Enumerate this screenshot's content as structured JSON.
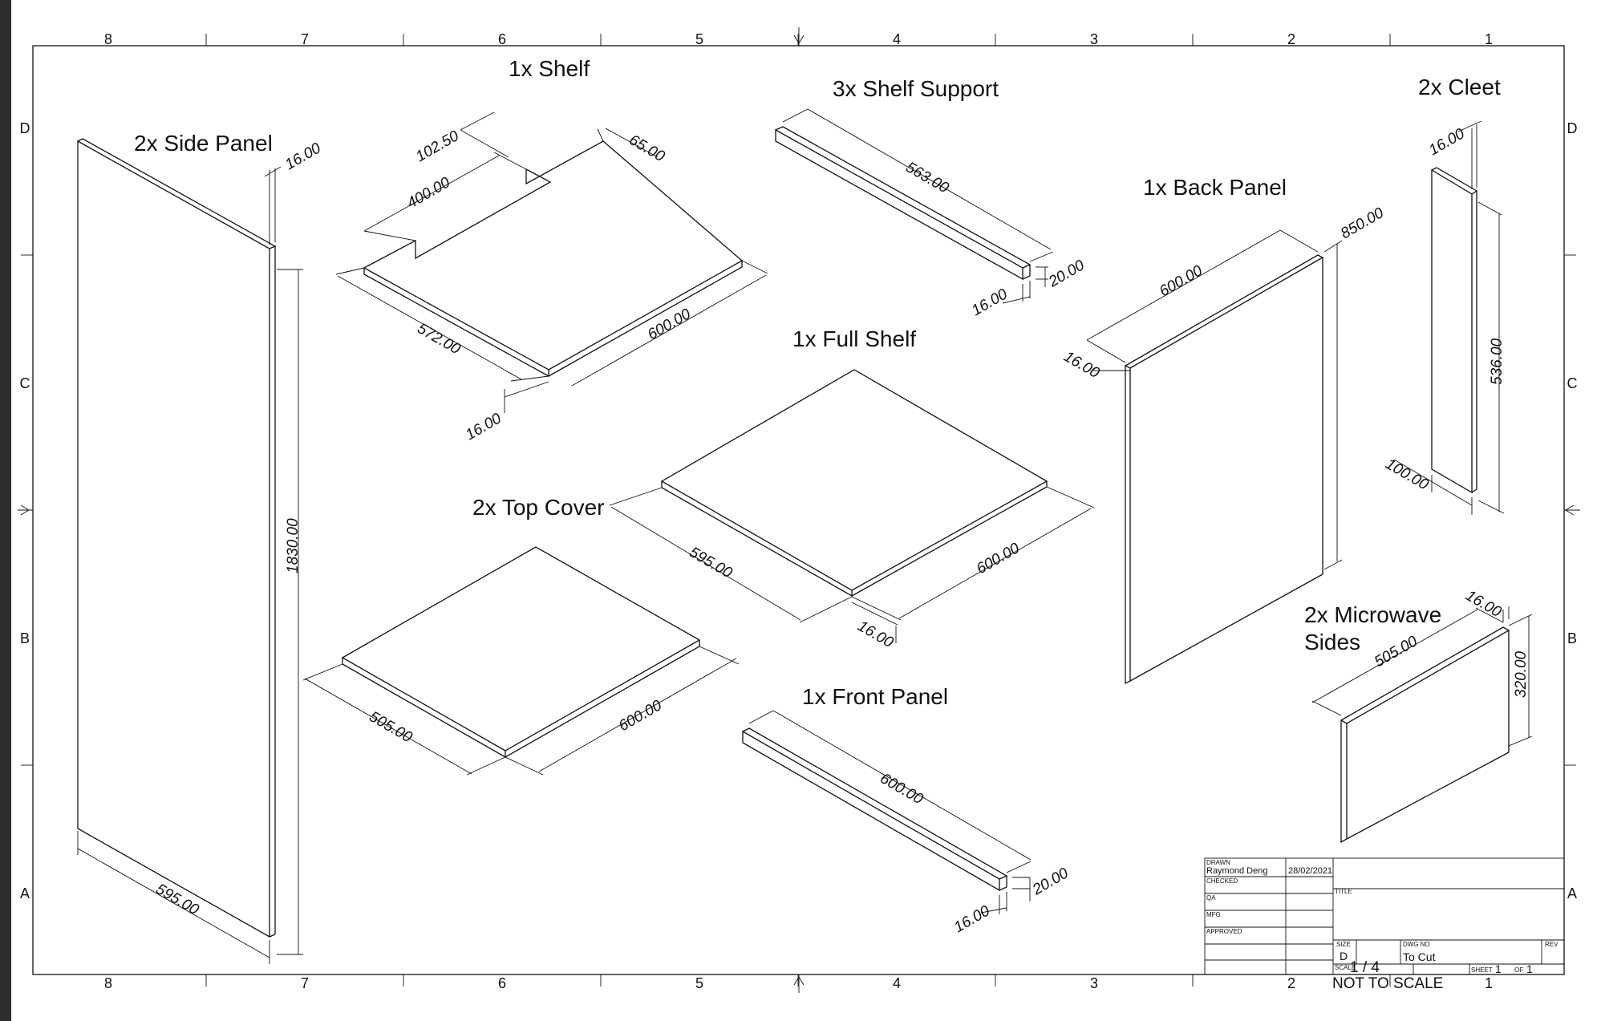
{
  "zones": {
    "columns": [
      "8",
      "7",
      "6",
      "5",
      "4",
      "3",
      "2",
      "1"
    ],
    "rows": [
      "D",
      "C",
      "B",
      "A"
    ]
  },
  "parts": {
    "side_panel": {
      "title": "2x Side Panel",
      "dims": [
        "16.00",
        "1830.00",
        "595.00"
      ]
    },
    "shelf": {
      "title": "1x Shelf",
      "dims": [
        "102.50",
        "65.00",
        "400.00",
        "572.00",
        "600.00",
        "16.00"
      ]
    },
    "shelf_support": {
      "title": "3x Shelf Support",
      "dims": [
        "563.00",
        "20.00",
        "16.00"
      ]
    },
    "cleet": {
      "title": "2x Cleet",
      "dims": [
        "16.00",
        "536.00",
        "100.00"
      ]
    },
    "back_panel": {
      "title": "1x Back Panel",
      "dims": [
        "850.00",
        "600.00",
        "16.00"
      ]
    },
    "full_shelf": {
      "title": "1x Full Shelf",
      "dims": [
        "595.00",
        "600.00",
        "16.00"
      ]
    },
    "top_cover": {
      "title": "2x Top Cover",
      "dims": [
        "505.00",
        "600.00"
      ]
    },
    "microwave_sides": {
      "title_line1": "2x Microwave",
      "title_line2": "Sides",
      "dims": [
        "16.00",
        "505.00",
        "320.00"
      ]
    },
    "front_panel": {
      "title": "1x Front Panel",
      "dims": [
        "600.00",
        "20.00",
        "16.00"
      ]
    }
  },
  "title_block": {
    "drawn_label": "DRAWN",
    "drawn_by": "Raymond Deng",
    "drawn_date": "28/02/2021",
    "checked_label": "CHECKED",
    "qa_label": "QA",
    "mfg_label": "MFG",
    "approved_label": "APPROVED",
    "title_label": "TITLE",
    "size_label": "SIZE",
    "size_value": "D",
    "dwg_no_label": "DWG NO",
    "dwg_no_value": "To Cut",
    "rev_label": "REV",
    "scale_label": "SCALE",
    "scale_value": "1 / 4",
    "sheet_label": "SHEET",
    "sheet_value": "1",
    "of_label": "OF",
    "of_value": "1",
    "not_to_scale": "NOT TO SCALE"
  }
}
